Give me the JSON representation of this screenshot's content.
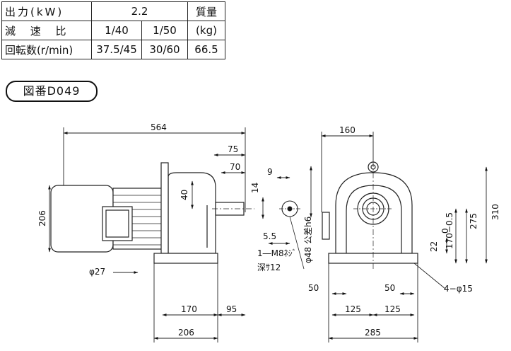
{
  "spec_table": {
    "output_label": "出力(kW)",
    "output_value": "2.2",
    "mass_label_line1": "質量",
    "ratio_label": "減 速 比",
    "ratio_1": "1/40",
    "ratio_2": "1/50",
    "mass_unit": "(kg)",
    "speed_label": "回転数(r/min)",
    "speed_1": "37.5/45",
    "speed_2": "30/60",
    "mass_value": "66.5"
  },
  "drawing_number": "図番D049",
  "dimensions": {
    "overall_length": "564",
    "shaft_75": "75",
    "shaft_70": "70",
    "height_206": "206",
    "d40": "40",
    "phi27": "φ27",
    "base_170": "170",
    "base_95": "95",
    "base_206": "206",
    "key_9": "9",
    "key_14": "14",
    "key_5_5": "5.5",
    "tap_line1": "1―M8ﾈｼﾞ",
    "tap_line2": "深ｻ12",
    "shaft_dia": "φ48 公差h6",
    "width_160": "160",
    "height_310": "310",
    "height_275": "275",
    "height_170": "170−0.5",
    "height_0": "0",
    "foot_22": "22",
    "w50_left": "50",
    "w50_right": "50",
    "w125_left": "125",
    "w125_right": "125",
    "w285": "285",
    "holes": "4−φ15"
  }
}
